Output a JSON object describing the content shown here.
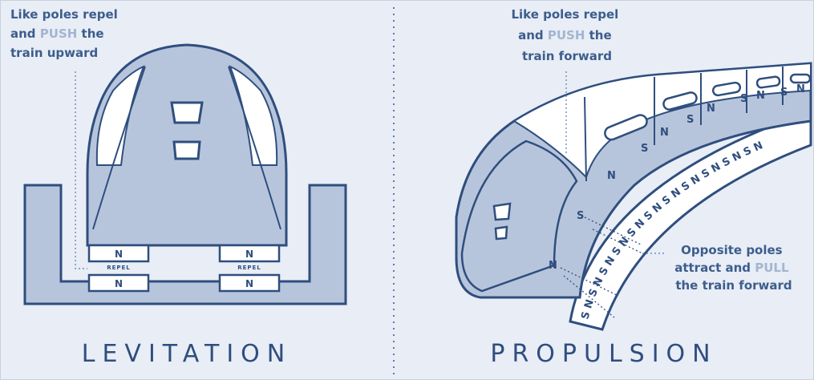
{
  "levitation": {
    "title": "LEVITATION",
    "caption": [
      "Like poles repel",
      "and ",
      "PUSH",
      " the",
      "train upward"
    ],
    "magnet_top_left": "N",
    "magnet_top_right": "N",
    "magnet_bottom_left": "N",
    "magnet_bottom_right": "N",
    "repel_left": "REPEL",
    "repel_right": "REPEL"
  },
  "propulsion": {
    "title": "PROPULSION",
    "caption_top": [
      "Like poles repel",
      "and ",
      "PUSH",
      " the",
      "train forward"
    ],
    "caption_right": [
      "Opposite poles",
      "attract and ",
      "PULL",
      "the train forward"
    ],
    "train_poles": [
      "N",
      "S",
      "N",
      "S",
      "N",
      "S",
      "N",
      "S",
      "N"
    ],
    "track_pole_label": "S",
    "track_poles": "S N S N S N S N S N S N S N S N S N S N S N",
    "front_pole_label": "N"
  },
  "colors": {
    "background": "#e8edf6",
    "primary": "#2f4e7e",
    "fill": "#b7c5dc",
    "accent": "#a3b5d1",
    "white": "#ffffff"
  }
}
